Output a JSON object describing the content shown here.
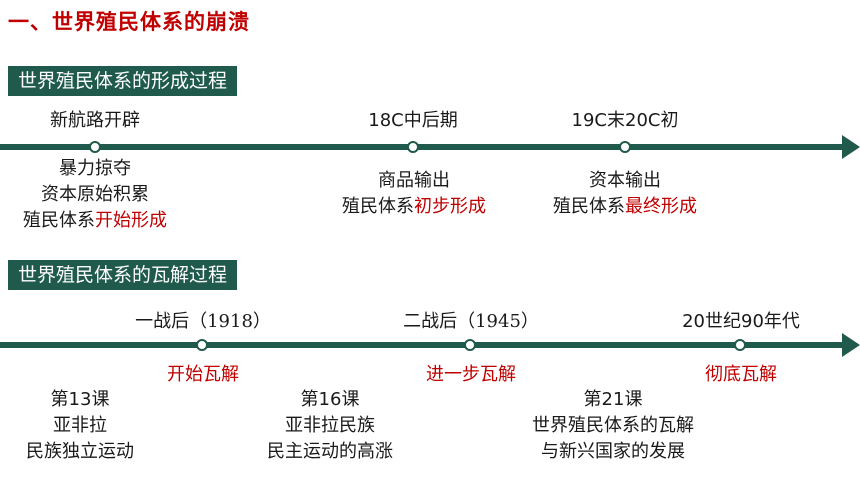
{
  "title": "一、世界殖民体系的崩溃",
  "section1": {
    "banner": "世界殖民体系的形成过程",
    "nodes": [
      {
        "label": "新航路开辟",
        "lines": [
          "暴力掠夺",
          "资本原始积累"
        ],
        "last_prefix": "殖民体系",
        "last_highlight": "开始形成"
      },
      {
        "label": "18C中后期",
        "lines": [
          "商品输出"
        ],
        "last_prefix": "殖民体系",
        "last_highlight": "初步形成"
      },
      {
        "label": "19C末20C初",
        "lines": [
          "资本输出"
        ],
        "last_prefix": "殖民体系",
        "last_highlight": "最终形成"
      }
    ]
  },
  "section2": {
    "banner": "世界殖民体系的瓦解过程",
    "nodes": [
      {
        "label": "一战后（1918）",
        "stage": "开始瓦解"
      },
      {
        "label": "二战后（1945）",
        "stage": "进一步瓦解"
      },
      {
        "label": "20世纪90年代",
        "stage": "彻底瓦解"
      }
    ],
    "lessons": [
      {
        "lines": [
          "第13课",
          "亚非拉",
          "民族独立运动"
        ]
      },
      {
        "lines": [
          "第16课",
          "亚非拉民族",
          "民主运动的高涨"
        ]
      },
      {
        "lines": [
          "第21课",
          "世界殖民体系的瓦解",
          "与新兴国家的发展"
        ]
      }
    ]
  },
  "colors": {
    "accent": "#1f5a4c",
    "highlight": "#c00000"
  }
}
